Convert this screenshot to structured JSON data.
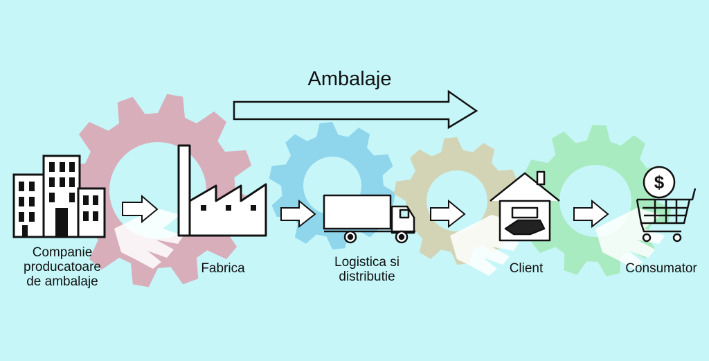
{
  "diagram": {
    "title": "Ambalaje",
    "stages": [
      {
        "id": "packaging-company",
        "label": "Companie\nproducatoare\nde ambalaje",
        "icon": "office-building-icon"
      },
      {
        "id": "factory",
        "label": "Fabrica",
        "icon": "factory-icon"
      },
      {
        "id": "logistics",
        "label": "Logistica si\ndistributie",
        "icon": "truck-icon"
      },
      {
        "id": "client",
        "label": "Client",
        "icon": "house-handshake-icon"
      },
      {
        "id": "consumer",
        "label": "Consumator",
        "icon": "shopping-cart-dollar-icon"
      }
    ],
    "colors": {
      "background": "#c6f6f8",
      "gear_pink": "#d8aebb",
      "gear_blue": "#8fd6ec",
      "gear_tan": "#d3d4b5",
      "gear_green": "#a9ebc0",
      "outline": "#111111"
    },
    "currency_symbol": "$"
  }
}
